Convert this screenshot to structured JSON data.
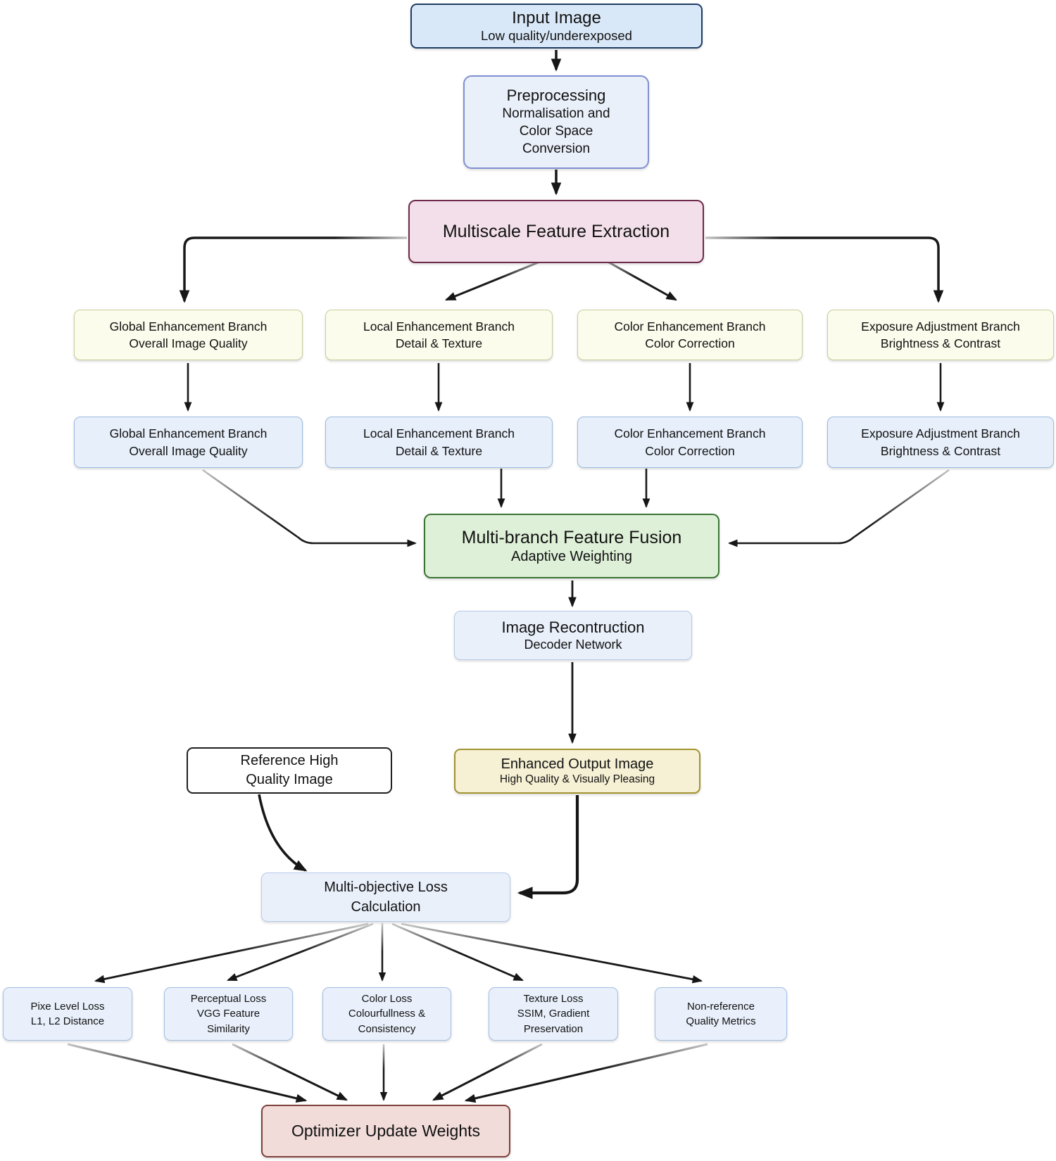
{
  "nodes": {
    "input": {
      "title": "Input Image",
      "subtitle": "Low quality/underexposed"
    },
    "preprocessing": {
      "title": "Preprocessing",
      "subtitle": "Normalisation and\nColor Space\nConversion"
    },
    "multiscale": {
      "title": "Multiscale Feature Extraction"
    },
    "fusion": {
      "title": "Multi-branch Feature Fusion",
      "subtitle": "Adaptive Weighting"
    },
    "reconstruction": {
      "title": "Image Recontruction",
      "subtitle": "Decoder Network"
    },
    "enhanced": {
      "title": "Enhanced Output Image",
      "subtitle": "High Quality & Visually Pleasing"
    },
    "reference": {
      "text": "Reference High\nQuality Image"
    },
    "loss_calc": {
      "text": "Multi-objective Loss\nCalculation"
    },
    "optimizer": {
      "title": "Optimizer Update Weights"
    }
  },
  "branches": [
    {
      "text": "Global Enhancement Branch\nOverall Image  Quality"
    },
    {
      "text": "Local Enhancement Branch\nDetail & Texture"
    },
    {
      "text": "Color Enhancement Branch\nColor Correction"
    },
    {
      "text": "Exposure Adjustment  Branch\nBrightness & Contrast"
    }
  ],
  "losses": [
    {
      "text": "Pixe Level Loss\nL1, L2 Distance"
    },
    {
      "text": "Perceptual Loss\nVGG Feature\nSimilarity"
    },
    {
      "text": "Color Loss\nColourfullness &\nConsistency"
    },
    {
      "text": "Texture Loss\nSSIM, Gradient\nPreservation"
    },
    {
      "text": "Non-reference\nQuality Metrics"
    }
  ],
  "colors": {
    "input_fill": "#d9e8f8",
    "input_border": "#1d3d63",
    "preprocessing_fill": "#eaf0fa",
    "preprocessing_border": "#8090d2",
    "multiscale_fill": "#f3dfe9",
    "multiscale_border": "#6d2a4a",
    "branch_row1_fill": "#fbfcec",
    "branch_row1_border": "#c9cf9d",
    "branch_row2_fill": "#e7effa",
    "branch_row2_border": "#9fbbe0",
    "fusion_fill": "#def0d8",
    "fusion_border": "#3a7433",
    "enhanced_fill": "#f6f1d4",
    "enhanced_border": "#a2922f",
    "reference_fill": "#ffffff",
    "reference_border": "#1f1f1f",
    "loss_fill": "#e9f0fb",
    "loss_border": "#a3bfe3",
    "optimizer_fill": "#f1dcd9",
    "optimizer_border": "#7e403a",
    "arrow": "#161616"
  }
}
